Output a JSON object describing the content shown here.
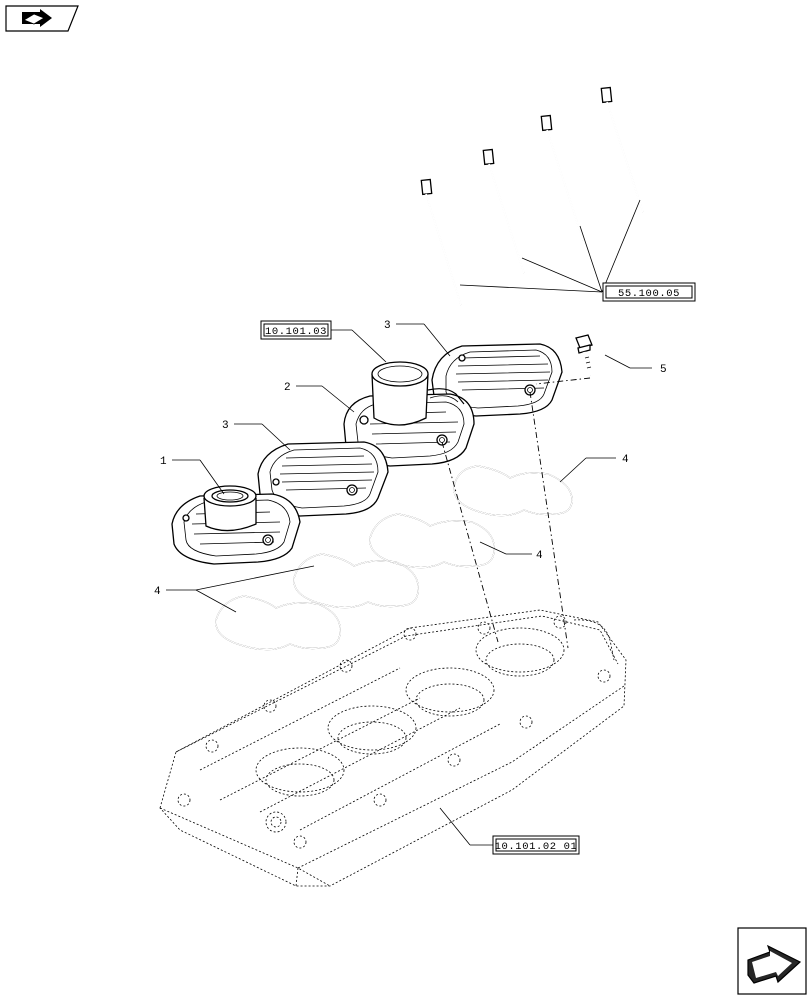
{
  "nav": {
    "top_icon": "book-arrow-icon",
    "bottom_icon": "next-page-arrow-icon"
  },
  "callouts": {
    "item1": "1",
    "item2": "2",
    "item3a": "3",
    "item3b": "3",
    "item4a": "4",
    "item4b": "4",
    "item4c": "4",
    "item5": "5"
  },
  "references": {
    "ref_injectors": "55.100.05",
    "ref_cover": "10.101.03",
    "ref_head": "10.101.02 01"
  }
}
